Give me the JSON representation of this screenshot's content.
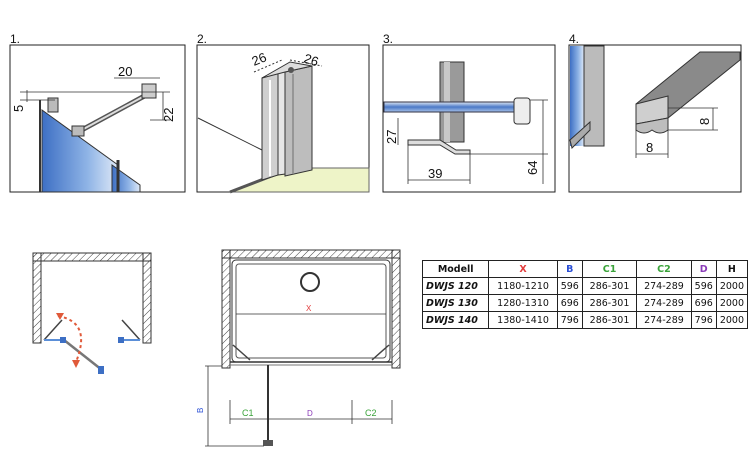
{
  "panels": {
    "p1": {
      "label": "1.",
      "dims": [
        "20",
        "5",
        "22"
      ]
    },
    "p2": {
      "label": "2.",
      "dims": [
        "26",
        "26"
      ]
    },
    "p3": {
      "label": "3.",
      "dims": [
        "27",
        "39",
        "64"
      ]
    },
    "p4": {
      "label": "4.",
      "dims": [
        "8",
        "8"
      ]
    }
  },
  "plan": {
    "x_label": "X",
    "b_label": "B",
    "c1_label": "C1",
    "d_label": "D",
    "c2_label": "C2"
  },
  "colors": {
    "x": "#e23b3b",
    "b": "#2a4fd6",
    "c1": "#3aa33a",
    "c2": "#3aa33a",
    "d": "#8a3ab8",
    "glass": "#5b8fd8",
    "arrow": "#e05a3a"
  },
  "table": {
    "headers": [
      "Modell",
      "X",
      "B",
      "C1",
      "C2",
      "D",
      "H"
    ],
    "rows": [
      [
        "DWJS 120",
        "1180-1210",
        "596",
        "286-301",
        "274-289",
        "596",
        "2000"
      ],
      [
        "DWJS 130",
        "1280-1310",
        "696",
        "286-301",
        "274-289",
        "696",
        "2000"
      ],
      [
        "DWJS 140",
        "1380-1410",
        "796",
        "286-301",
        "274-289",
        "796",
        "2000"
      ]
    ]
  }
}
